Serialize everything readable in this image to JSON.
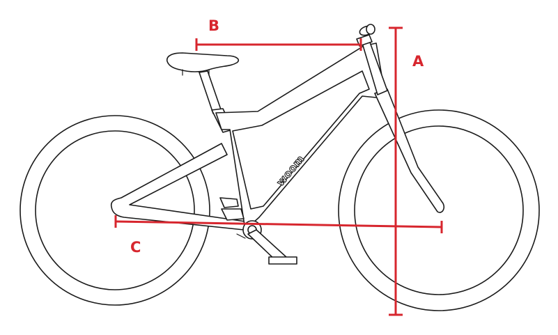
{
  "labels": {
    "a": "A",
    "b": "B",
    "c": "C"
  },
  "brand": {
    "text": "woom"
  },
  "colors": {
    "dimension": "#d7262e",
    "line_art": "#1a1a1a",
    "background": "#ffffff"
  }
}
